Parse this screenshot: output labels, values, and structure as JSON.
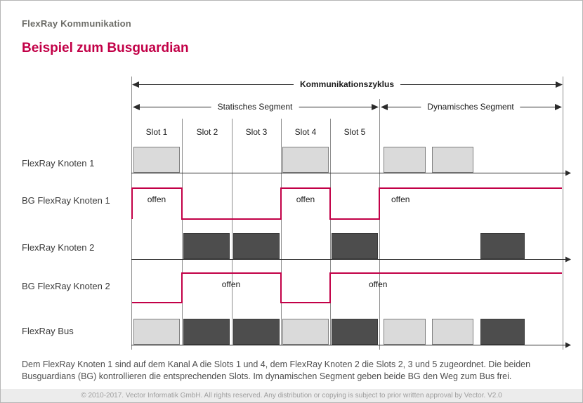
{
  "header": {
    "kicker": "FlexRay Kommunikation",
    "title": "Beispiel zum Busguardian"
  },
  "diagram": {
    "cycle_label": "Kommunikationszyklus",
    "static_label": "Statisches Segment",
    "dynamic_label": "Dynamisches Segment",
    "slots": [
      "Slot 1",
      "Slot 2",
      "Slot 3",
      "Slot 4",
      "Slot 5"
    ],
    "rows": {
      "node1": "FlexRay Knoten 1",
      "bg1": "BG FlexRay Knoten 1",
      "node2": "FlexRay Knoten 2",
      "bg2": "BG FlexRay Knoten 2",
      "bus": "FlexRay Bus"
    },
    "open_label": "offen",
    "timing": {
      "node1_send_blocks": [
        "Slot 1",
        "Slot 4",
        "dynamic block 1",
        "dynamic block 2"
      ],
      "node2_send_blocks": [
        "Slot 2",
        "Slot 3",
        "Slot 5",
        "dynamic block 3"
      ],
      "bg1_open_during": [
        "Slot 1",
        "Slot 4",
        "Dynamisches Segment"
      ],
      "bg2_open_during": [
        "Slot 2",
        "Slot 3",
        "Slot 5",
        "Dynamisches Segment"
      ],
      "bus_blocks": [
        "Slot 1: Knoten 1",
        "Slot 2: Knoten 2",
        "Slot 3: Knoten 2",
        "Slot 4: Knoten 1",
        "Slot 5: Knoten 2",
        "dynamic: Knoten 1",
        "dynamic: Knoten 1",
        "dynamic: Knoten 2"
      ]
    },
    "colors": {
      "accent": "#c20047",
      "node1_block": "#dadada",
      "node2_block": "#4d4d4d"
    }
  },
  "description": "Dem FlexRay Knoten 1 sind auf dem Kanal A die Slots 1 und 4, dem FlexRay Knoten 2 die Slots 2, 3 und 5 zugeordnet. Die beiden Busguardians (BG) kontrollieren die entsprechenden Slots. Im dynamischen Segment geben beide BG den Weg zum Bus frei.",
  "footer": "© 2010-2017. Vector Informatik GmbH. All rights reserved. Any distribution or copying is subject to prior written approval by Vector. V2.0"
}
